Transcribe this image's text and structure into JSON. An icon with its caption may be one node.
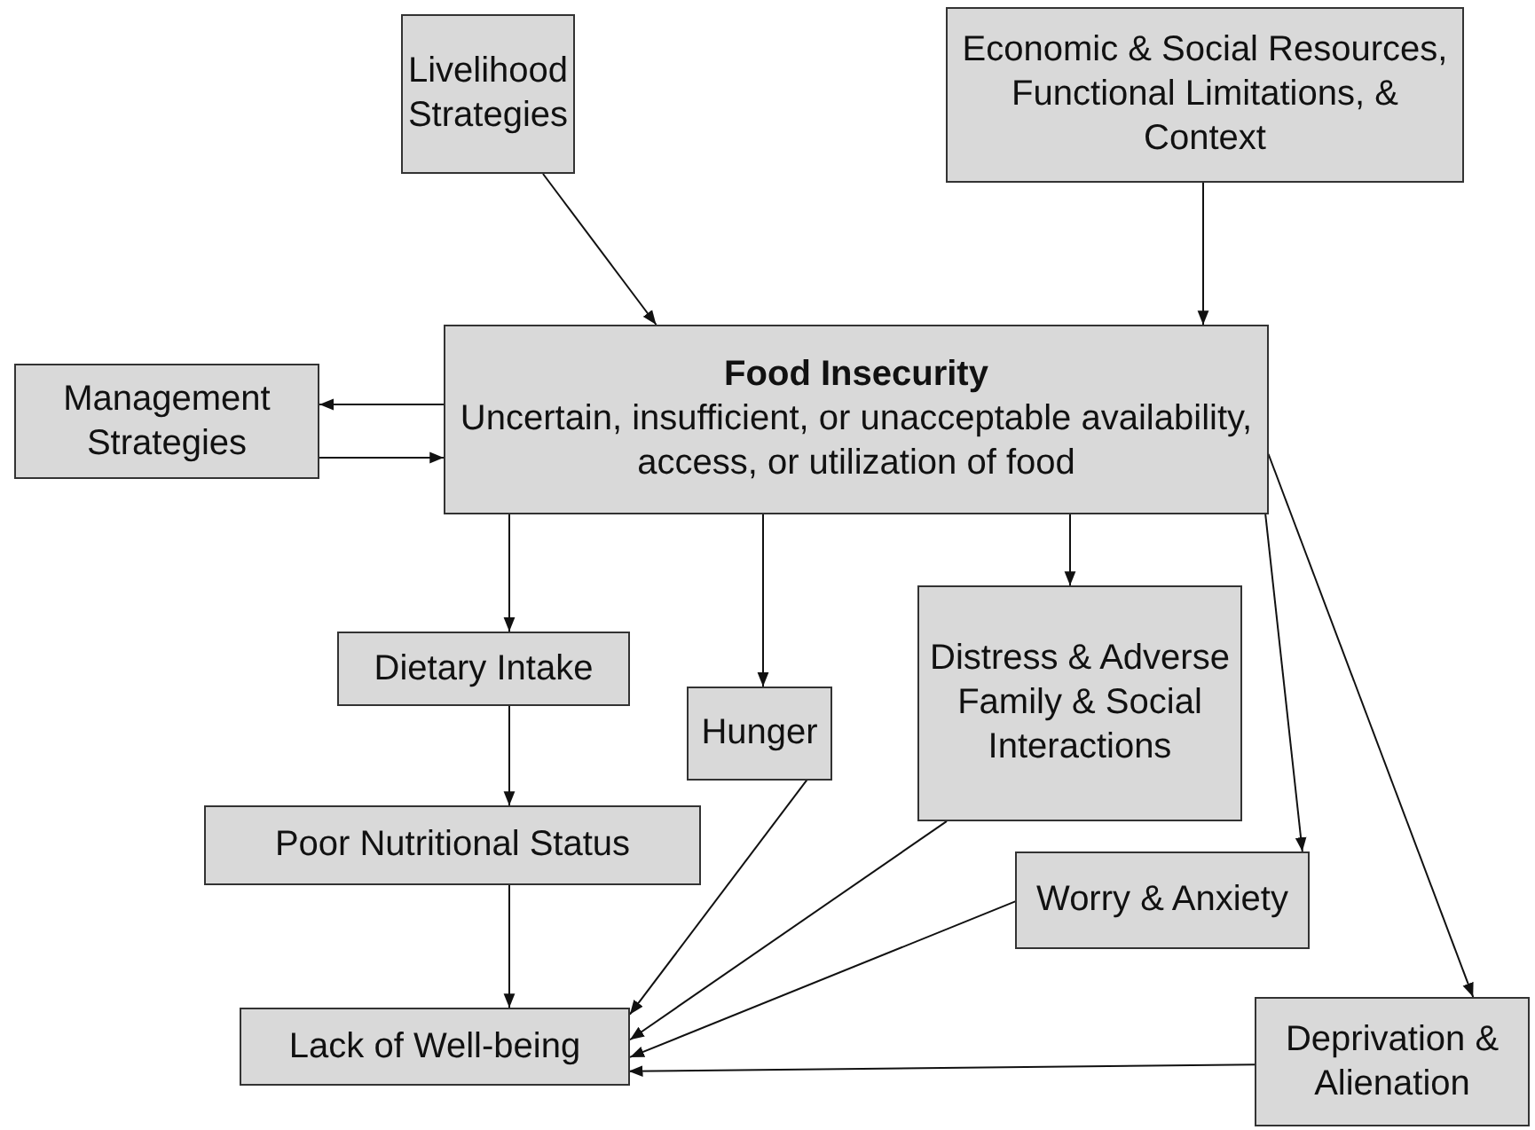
{
  "diagram": {
    "nodes": [
      {
        "text": [
          "Livelihood Strategies"
        ]
      },
      {
        "text": [
          "Economic & Social Resources, Functional Limitations, & Context"
        ]
      },
      {
        "text": [
          "Food Insecurity",
          "Uncertain, insufficient, or unacceptable availability, access, or utilization of food"
        ]
      },
      {
        "text": [
          "Management Strategies"
        ]
      },
      {
        "text": [
          "Dietary Intake"
        ]
      },
      {
        "text": [
          "Hunger"
        ]
      },
      {
        "text": [
          "Distress & Adverse Family & Social Interactions"
        ]
      },
      {
        "text": [
          "Poor Nutritional Status"
        ]
      },
      {
        "text": [
          "Worry & Anxiety"
        ]
      },
      {
        "text": [
          "Lack of Well-being"
        ]
      },
      {
        "text": [
          "Deprivation & Alienation"
        ]
      }
    ],
    "edges": [
      {
        "from": 0,
        "to": 2,
        "arrow": "to"
      },
      {
        "from": 1,
        "to": 2,
        "arrow": "to"
      },
      {
        "from": 2,
        "to": 3,
        "arrow": "to"
      },
      {
        "from": 3,
        "to": 2,
        "arrow": "to"
      },
      {
        "from": 2,
        "to": 4,
        "arrow": "to"
      },
      {
        "from": 2,
        "to": 5,
        "arrow": "to"
      },
      {
        "from": 2,
        "to": 6,
        "arrow": "to"
      },
      {
        "from": 2,
        "to": 8,
        "arrow": "to"
      },
      {
        "from": 2,
        "to": 10,
        "arrow": "to"
      },
      {
        "from": 4,
        "to": 7,
        "arrow": "to"
      },
      {
        "from": 7,
        "to": 9,
        "arrow": "to"
      },
      {
        "from": 5,
        "to": 9,
        "arrow": "to"
      },
      {
        "from": 6,
        "to": 9,
        "arrow": "to"
      },
      {
        "from": 8,
        "to": 9,
        "arrow": "to"
      },
      {
        "from": 10,
        "to": 9,
        "arrow": "to"
      }
    ]
  }
}
